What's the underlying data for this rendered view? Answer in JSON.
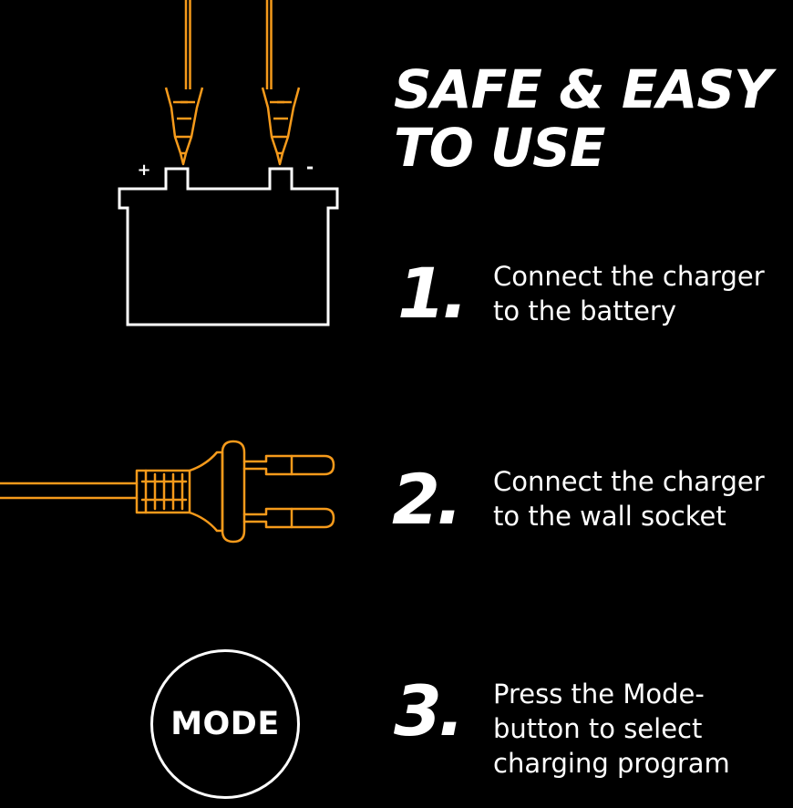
{
  "heading": {
    "line1": "SAFE & EASY",
    "line2": "TO USE"
  },
  "steps": [
    {
      "number": "1.",
      "lines": [
        "Connect the charger",
        "to the battery"
      ]
    },
    {
      "number": "2.",
      "lines": [
        "Connect the charger",
        "to the wall socket"
      ]
    },
    {
      "number": "3.",
      "lines": [
        "Press the Mode-",
        "button to select",
        "charging program"
      ]
    }
  ],
  "battery": {
    "positive_sign": "+",
    "negative_sign": "-"
  },
  "mode_button": {
    "label": "MODE"
  },
  "colors": {
    "background": "#000000",
    "text": "#ffffff",
    "accent": "#f59a1b"
  },
  "icons": [
    "battery-clamp-icon",
    "battery-icon",
    "power-plug-icon"
  ]
}
